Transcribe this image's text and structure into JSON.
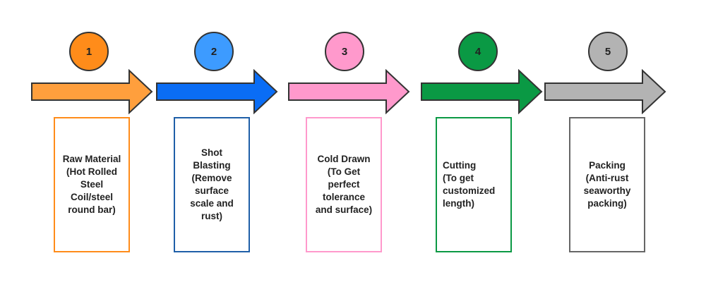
{
  "steps": [
    {
      "number": "1",
      "label": "Raw Material\n(Hot Rolled\nSteel\nCoil/steel\nround bar)",
      "color": "#FF8C1A",
      "arrow_color": "#FF9F3D",
      "box_border": "#FF8C1A",
      "align": "center"
    },
    {
      "number": "2",
      "label": "Shot\nBlasting\n(Remove\nsurface\nscale and\nrust)",
      "color": "#3D9BFF",
      "arrow_color": "#0A6DF5",
      "box_border": "#1F5FA8",
      "align": "center"
    },
    {
      "number": "3",
      "label": "Cold Drawn\n(To Get\nperfect\ntolerance\nand surface)",
      "color": "#FF99CC",
      "arrow_color": "#FF99CC",
      "box_border": "#FF99CC",
      "align": "center"
    },
    {
      "number": "4",
      "label": "Cutting\n(To get\ncustomized\nlength)",
      "color": "#0A9944",
      "arrow_color": "#0A9944",
      "box_border": "#0A9944",
      "align": "left"
    },
    {
      "number": "5",
      "label": "Packing\n(Anti-rust\nseaworthy\npacking)",
      "color": "#B3B3B3",
      "arrow_color": "#B3B3B3",
      "box_border": "#666666",
      "align": "center"
    }
  ]
}
